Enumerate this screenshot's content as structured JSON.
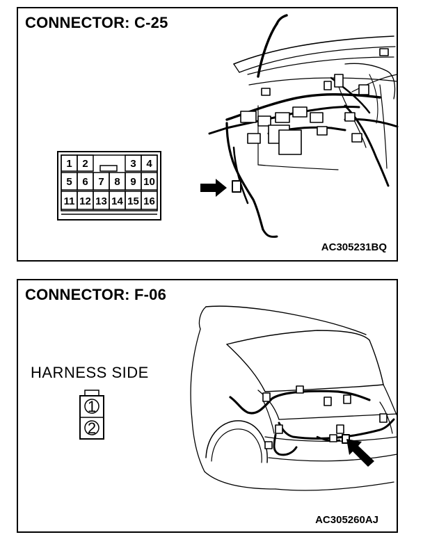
{
  "panels": [
    {
      "title": "CONNECTOR: C-25",
      "figure_code": "AC305231BQ",
      "connector_pins": {
        "row1": [
          "1",
          "2",
          "3",
          "4"
        ],
        "row2": [
          "5",
          "6",
          "7",
          "8",
          "9",
          "10"
        ],
        "row3": [
          "11",
          "12",
          "13",
          "14",
          "15",
          "16"
        ]
      }
    },
    {
      "title": "CONNECTOR: F-06",
      "figure_code": "AC305260AJ",
      "side_label": "HARNESS SIDE",
      "connector_pins": [
        "1",
        "2"
      ]
    }
  ]
}
